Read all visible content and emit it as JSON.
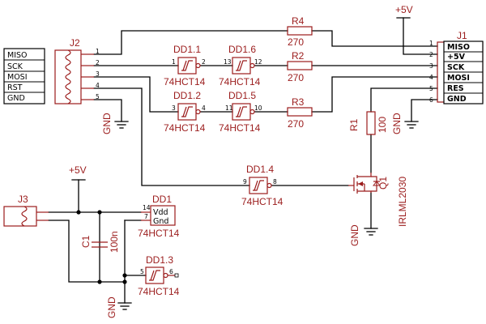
{
  "left_header": {
    "signals": [
      "MISO",
      "SCK",
      "MOSI",
      "RST",
      "GND"
    ]
  },
  "j2": {
    "ref": "J2",
    "pins": [
      "1",
      "2",
      "3",
      "4",
      "5"
    ]
  },
  "j1": {
    "ref": "J1",
    "signals": [
      "MISO",
      "+5V",
      "SCK",
      "MOSI",
      "RES",
      "GND"
    ],
    "pins": [
      "1",
      "2",
      "3",
      "4",
      "5",
      "6"
    ]
  },
  "j3": {
    "ref": "J3"
  },
  "gates": {
    "dd1_1": {
      "ref": "DD1.1",
      "part": "74HCT14",
      "pin_in": "1",
      "pin_out": "2"
    },
    "dd1_6": {
      "ref": "DD1.6",
      "part": "74HCT14",
      "pin_in": "13",
      "pin_out": "12"
    },
    "dd1_2": {
      "ref": "DD1.2",
      "part": "74HCT14",
      "pin_in": "3",
      "pin_out": "4"
    },
    "dd1_5": {
      "ref": "DD1.5",
      "part": "74HCT14",
      "pin_in": "11",
      "pin_out": "10"
    },
    "dd1_4": {
      "ref": "DD1.4",
      "part": "74HCT14",
      "pin_in": "9",
      "pin_out": "8"
    },
    "dd1_3": {
      "ref": "DD1.3",
      "part": "74HCT14",
      "pin_in": "5",
      "pin_out": "6"
    }
  },
  "power_ic": {
    "ref": "DD1",
    "part": "74HCT14",
    "vdd_label": "Vdd",
    "gnd_label": "Gnd",
    "vdd_pin": "14",
    "gnd_pin": "7"
  },
  "resistors": {
    "r1": {
      "ref": "R1",
      "value": "100"
    },
    "r2": {
      "ref": "R2",
      "value": "270"
    },
    "r3": {
      "ref": "R3",
      "value": "270"
    },
    "r4": {
      "ref": "R4",
      "value": "270"
    }
  },
  "capacitor": {
    "ref": "C1",
    "value": "100n"
  },
  "transistor": {
    "ref": "Q1",
    "part": "IRLML2030"
  },
  "power_labels": {
    "vcc_top": "+5V",
    "vcc_bottom": "+5V",
    "gnd": "GND"
  }
}
